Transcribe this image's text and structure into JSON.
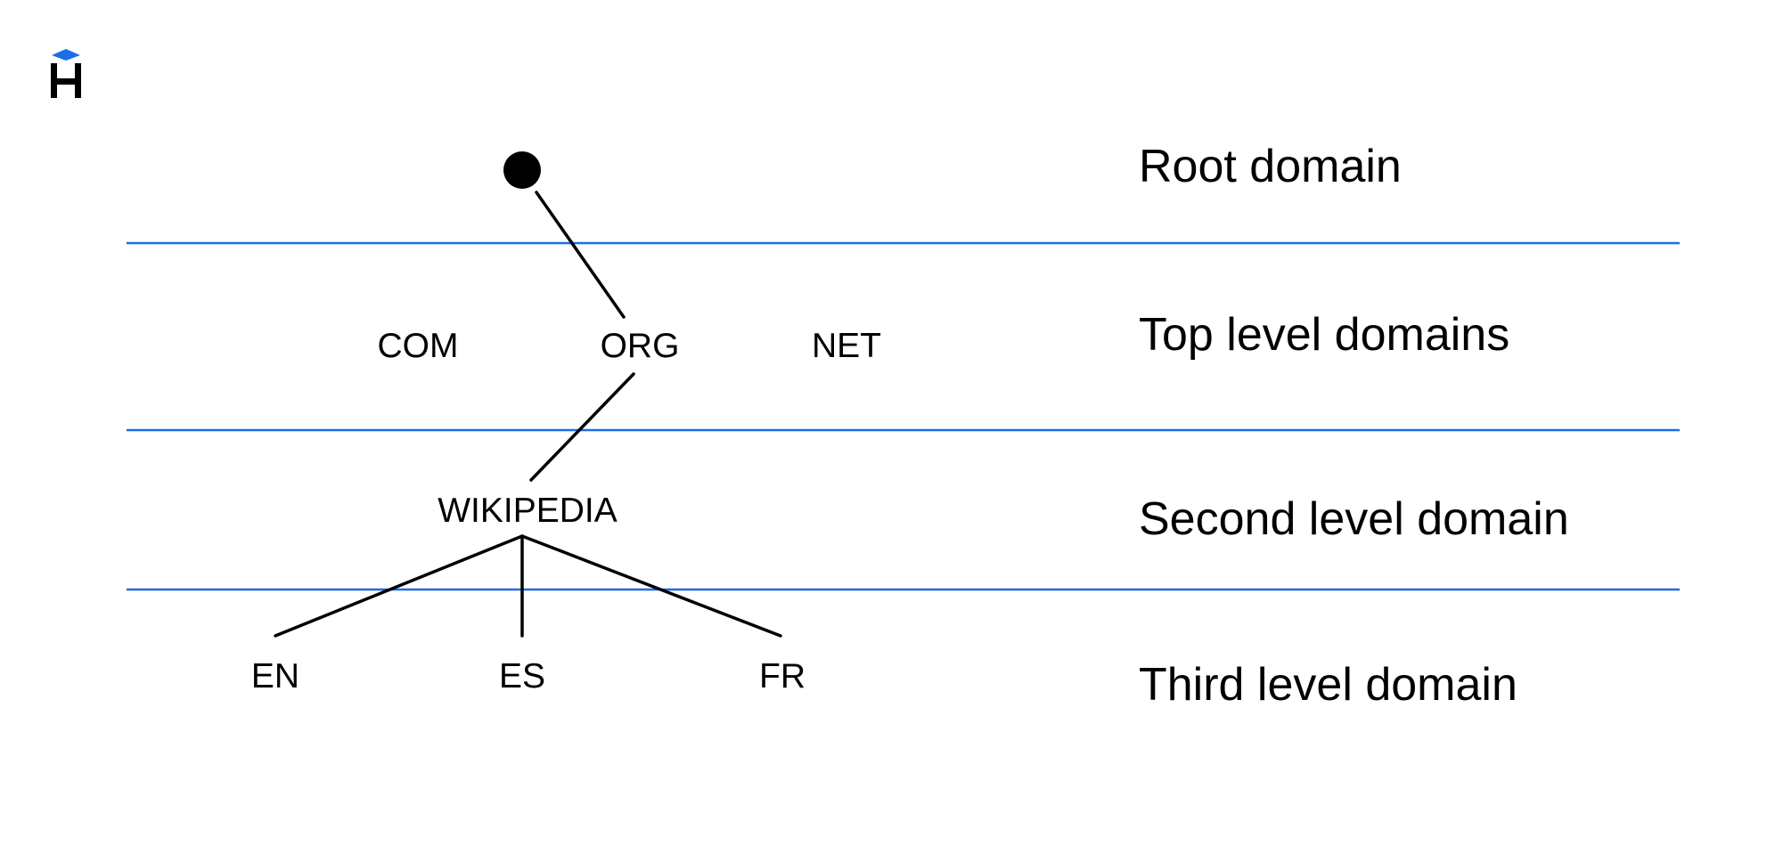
{
  "brand": {
    "logo_icon": "hostinger-logo-icon",
    "logo_text": "H",
    "accent_color": "#1a6ee6"
  },
  "levels": [
    {
      "id": "root",
      "label": "Root domain"
    },
    {
      "id": "tld",
      "label": "Top level domains"
    },
    {
      "id": "sld",
      "label": "Second level domain"
    },
    {
      "id": "third",
      "label": "Third level domain"
    }
  ],
  "nodes": {
    "root": {
      "label": ""
    },
    "com": {
      "label": "COM"
    },
    "org": {
      "label": "ORG"
    },
    "net": {
      "label": "NET"
    },
    "wikipedia": {
      "label": "WIKIPEDIA"
    },
    "en": {
      "label": "EN"
    },
    "es": {
      "label": "ES"
    },
    "fr": {
      "label": "FR"
    }
  },
  "colors": {
    "divider": "#1a6ee6",
    "text": "#000000",
    "edge": "#000000"
  }
}
